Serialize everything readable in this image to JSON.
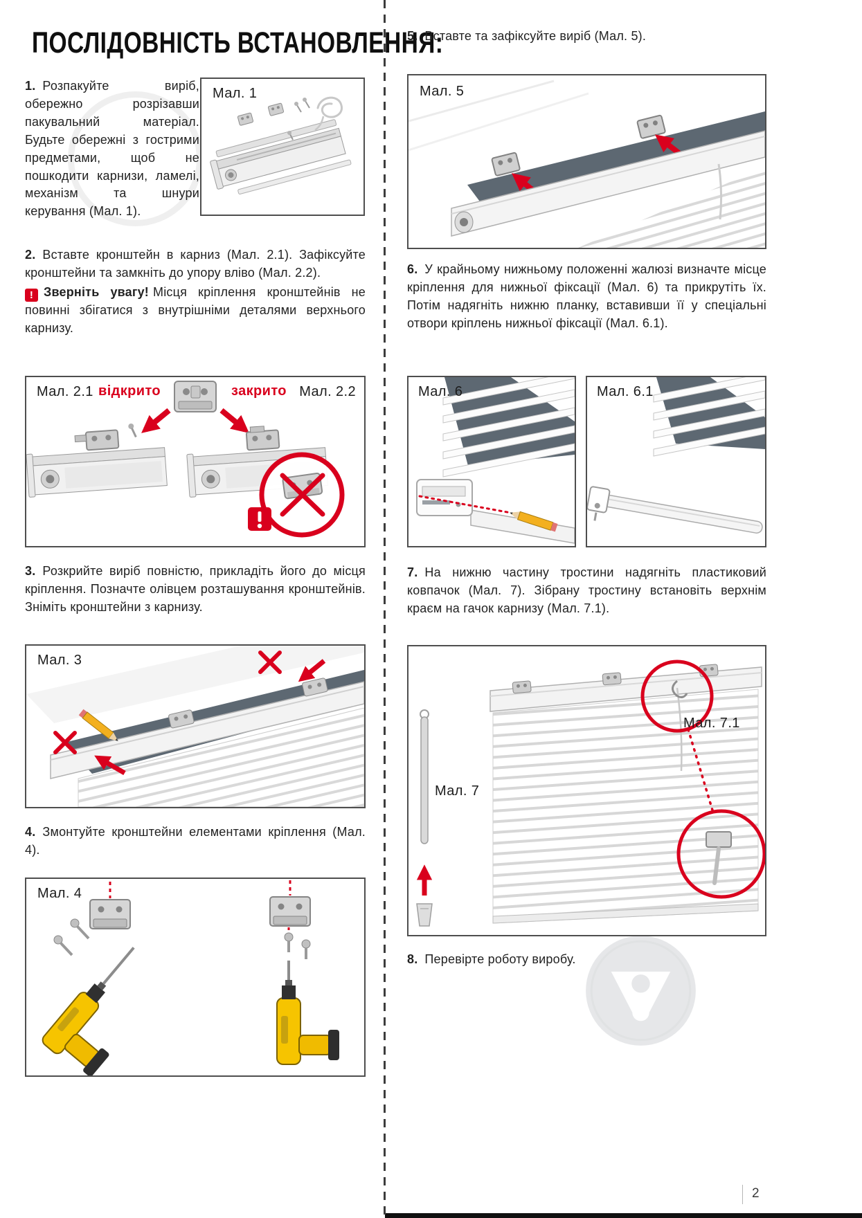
{
  "title": "ПОСЛІДОВНІСТЬ ВСТАНОВЛЕННЯ:",
  "page": {
    "number": "2"
  },
  "colors": {
    "accent_red": "#d9001d",
    "window_dark": "#5d6872",
    "drill_yellow": "#f6c400"
  },
  "icons": {
    "warning": "!"
  },
  "steps": {
    "s1": {
      "num": "1.",
      "text": "Розпакуйте виріб, обережно розрізавши пакувальний матеріал. Будьте обережні з гострими предметами, щоб не пошкодити карнизи, ламелі, механізм та шнури керування (Мал. 1)."
    },
    "s2": {
      "num": "2.",
      "text": "Вставте кронштейн в карниз (Мал. 2.1). Зафіксуйте кронштейни та замкніть до упору вліво (Мал. 2.2).",
      "warning_title": "Зверніть увагу!",
      "warning_text": "Місця кріплення кронштейнів не повинні збігатися з внутрішніми деталями верхнього карнизу."
    },
    "s3": {
      "num": "3.",
      "text": "Розкрийте виріб повністю, прикладіть його до місця кріплення. Позначте олівцем розташування кронштейнів. Зніміть кронштейни з карнизу."
    },
    "s4": {
      "num": "4.",
      "text": "Змонтуйте кронштейни елементами кріплення (Мал. 4)."
    },
    "s5": {
      "num": "5.",
      "text": "Вставте та зафіксуйте виріб (Мал. 5)."
    },
    "s6": {
      "num": "6.",
      "text": "У крайньому нижньому положенні жалюзі визначте місце кріплення для нижньої фіксації (Мал. 6) та прикрутіть їх. Потім надягніть нижню планку, вставивши її у спеціальні отвори кріплень нижньої фіксації (Мал. 6.1)."
    },
    "s7": {
      "num": "7.",
      "text": "На нижню частину тростини надягніть пластиковий ковпачок (Мал. 7). Зібрану тростину встановіть верхнім краєм на гачок карнизу (Мал. 7.1)."
    },
    "s8": {
      "num": "8.",
      "text": "Перевірте роботу виробу."
    }
  },
  "figures": {
    "f1": {
      "label": "Мал. 1"
    },
    "f2": {
      "label_open": "Мал. 2.1",
      "state_open": "відкрито",
      "state_closed": "закрито",
      "label_closed": "Мал. 2.2"
    },
    "f3": {
      "label": "Мал. 3"
    },
    "f4": {
      "label": "Мал. 4"
    },
    "f5": {
      "label": "Мал. 5"
    },
    "f6": {
      "label": "Мал. 6"
    },
    "f6_1": {
      "label": "Мал. 6.1"
    },
    "f7": {
      "label": "Мал. 7",
      "label_detail": "Мал. 7.1"
    }
  }
}
